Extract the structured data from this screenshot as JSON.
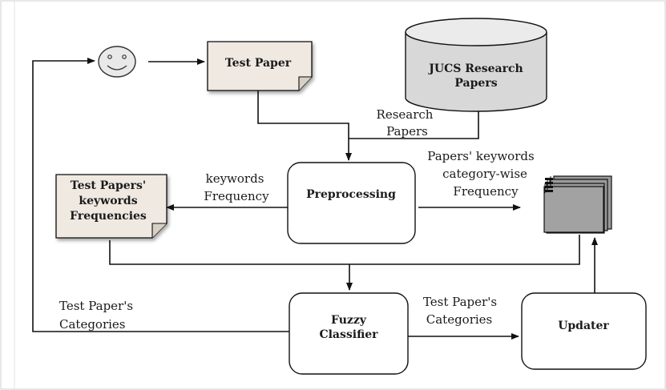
{
  "nodes": {
    "user_icon": "smiley-face",
    "test_paper": "Test Paper",
    "jucs_db": [
      "JUCS Research",
      "Papers"
    ],
    "test_keywords_doc": [
      "Test Papers'",
      "keywords",
      "Frequencies"
    ],
    "preprocessing": "Preprocessing",
    "keyword_store_icon": "stacked-documents",
    "fuzzy_classifier": [
      "Fuzzy",
      "Classifier"
    ],
    "updater": "Updater"
  },
  "edge_labels": {
    "research_papers": [
      "Research",
      "Papers"
    ],
    "keywords_frequency": [
      "keywords",
      "Frequency"
    ],
    "papers_keywords": [
      "Papers' keywords",
      "category-wise",
      "Frequency"
    ],
    "test_paper_categories_left": [
      "Test Paper's",
      "Categories"
    ],
    "test_paper_categories_right": [
      "Test Paper's",
      "Categories"
    ]
  },
  "colors": {
    "document_fill": "#efe9e1",
    "database_fill": "#d8d8d8",
    "stack_fill": "#9a9a9a",
    "stroke": "#111111"
  }
}
